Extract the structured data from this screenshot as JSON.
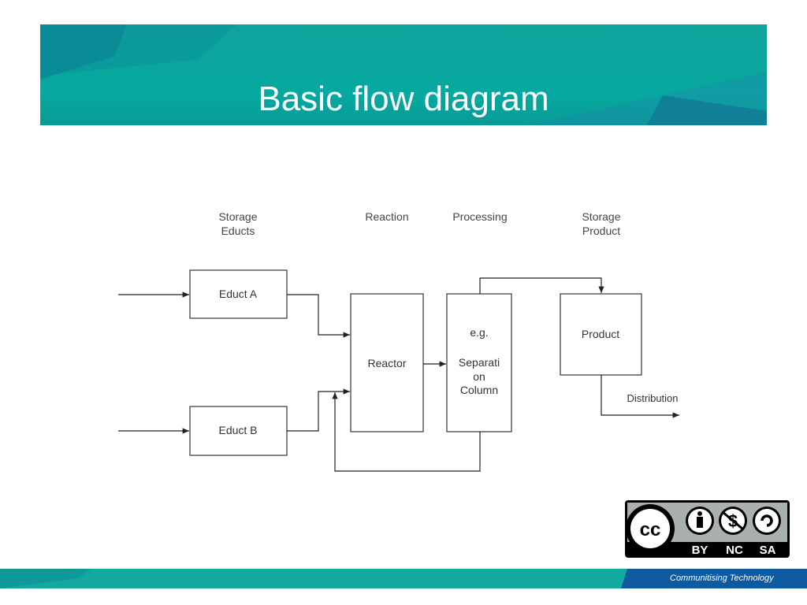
{
  "slide": {
    "title": "Basic flow diagram"
  },
  "diagram": {
    "column_labels": [
      {
        "line1": "Storage",
        "line2": "Educts"
      },
      {
        "line1": "Reaction",
        "line2": ""
      },
      {
        "line1": "Processing",
        "line2": ""
      },
      {
        "line1": "Storage",
        "line2": "Product"
      }
    ],
    "nodes": {
      "educt_a": "Educt A",
      "educt_b": "Educt B",
      "reactor": "Reactor",
      "separation": [
        "e.g.",
        "Separati",
        "on",
        "Column"
      ],
      "product": "Product"
    },
    "distribution_label": "Distribution"
  },
  "license": {
    "cc": "cc",
    "by": "BY",
    "nc": "NC",
    "sa": "SA"
  },
  "footer": {
    "tagline": "Communitising Technology"
  },
  "colors": {
    "header_teal": "#06a89f",
    "footer_blue": "#0d5aa0"
  }
}
